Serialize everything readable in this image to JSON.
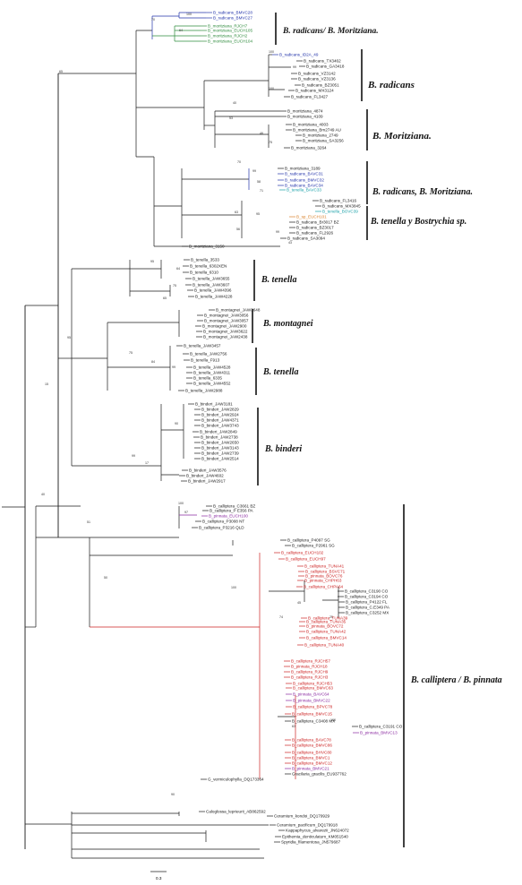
{
  "colors": {
    "black": "#1a1a1a",
    "blue": "#2233aa",
    "green": "#2e8b3c",
    "cyan": "#1aa0a8",
    "orange": "#d9822b",
    "red": "#cc2222",
    "purple": "#8a2aa0"
  },
  "clades": [
    "B. radicans/ B. Moritziana.",
    "B. radicans",
    "B. Moritziana.",
    "B. radicans, B. Moritziana.",
    "B. tenella y Bostrychia sp.",
    "B. tenella",
    "B. montagnei",
    "B. tenella",
    "B. binderi",
    "B. calliptera / B. pinnata"
  ],
  "scale_label": "0.3",
  "support_values": [
    "70",
    "100",
    "64",
    "65",
    "100",
    "99",
    "40",
    "100",
    "53",
    "46",
    "75",
    "70",
    "99",
    "58",
    "71",
    "63",
    "95",
    "56",
    "99",
    "43",
    "95",
    "64",
    "75",
    "65",
    "95",
    "75",
    "84",
    "99",
    "15",
    "90",
    "99",
    "17",
    "40",
    "100",
    "97",
    "51",
    "50",
    "100",
    "45",
    "74",
    "25",
    "63",
    "100",
    "90"
  ],
  "taxa": [
    {
      "label": "B_radicans_BMVC28",
      "color": "blue"
    },
    {
      "label": "B_radicans_BMVC27",
      "color": "blue"
    },
    {
      "label": "B_moritziana_RJCH7",
      "color": "green"
    },
    {
      "label": "B_moritziana_EUCH105",
      "color": "green"
    },
    {
      "label": "B_moritziana_RJCH2",
      "color": "green"
    },
    {
      "label": "B_moritziana_EUCH104",
      "color": "green"
    },
    {
      "label": "B_radicans_ID2A_49",
      "color": "blue"
    },
    {
      "label": "B_radicans_TX3462",
      "color": "black"
    },
    {
      "label": "B_radicans_GA3418",
      "color": "black"
    },
    {
      "label": "B_radicans_VZ3142",
      "color": "black"
    },
    {
      "label": "B_radicans_VZ3136",
      "color": "black"
    },
    {
      "label": "B_radicans_BZ3051",
      "color": "black"
    },
    {
      "label": "B_radicans_MX3124",
      "color": "black"
    },
    {
      "label": "B_radicans_FL3427",
      "color": "black"
    },
    {
      "label": "B_moritziana_4874",
      "color": "black"
    },
    {
      "label": "B_moritziana_4109",
      "color": "black"
    },
    {
      "label": "B_moritziana_4003",
      "color": "black"
    },
    {
      "label": "B_moritziana_Bm2749 AU",
      "color": "black"
    },
    {
      "label": "B_moritziana_2749",
      "color": "black"
    },
    {
      "label": "B_moritziana_SA3256",
      "color": "black"
    },
    {
      "label": "B_moritziana_3264",
      "color": "black"
    },
    {
      "label": "B_moritziana_3189",
      "color": "black"
    },
    {
      "label": "B_radicans_BAVC31",
      "color": "blue"
    },
    {
      "label": "B_radicans_BMVC32",
      "color": "blue"
    },
    {
      "label": "B_radicans_BAVC34",
      "color": "blue"
    },
    {
      "label": "B_tenella_BAVC33",
      "color": "cyan"
    },
    {
      "label": "B_radicans_FL3416",
      "color": "black"
    },
    {
      "label": "B_radicans_MX3845",
      "color": "black"
    },
    {
      "label": "B_tenella_BOVC39",
      "color": "cyan"
    },
    {
      "label": "B_sp_EUCH101",
      "color": "orange"
    },
    {
      "label": "B_radicans_Br3017 BZ",
      "color": "black"
    },
    {
      "label": "B_radicans_BZ3017",
      "color": "black"
    },
    {
      "label": "B_radicans_FL2926",
      "color": "black"
    },
    {
      "label": "B_radicans_SA3094",
      "color": "black"
    },
    {
      "label": "B_moritziana_3150",
      "color": "black"
    },
    {
      "label": "B_tenella_3533",
      "color": "black"
    },
    {
      "label": "B_tenella_6302XEN",
      "color": "black"
    },
    {
      "label": "B_tenella_6310",
      "color": "black"
    },
    {
      "label": "B_tenella_JAW3655",
      "color": "black"
    },
    {
      "label": "B_tenella_JAW3607",
      "color": "black"
    },
    {
      "label": "B_tenella_JAW4396",
      "color": "black"
    },
    {
      "label": "B_tenella_JAW4228",
      "color": "black"
    },
    {
      "label": "B_montagnei_JAW3648",
      "color": "black"
    },
    {
      "label": "B_montagnei_JAW3056",
      "color": "black"
    },
    {
      "label": "B_montagnei_JAW3057",
      "color": "black"
    },
    {
      "label": "B_montagnei_JAW2900",
      "color": "black"
    },
    {
      "label": "B_montagnei_JAW3622",
      "color": "black"
    },
    {
      "label": "B_montagnei_JAW2438",
      "color": "black"
    },
    {
      "label": "B_tenella_JAW3457",
      "color": "black"
    },
    {
      "label": "B_tenella_JAW2756",
      "color": "black"
    },
    {
      "label": "B_tenella_F913",
      "color": "black"
    },
    {
      "label": "B_tenella_JAW4528",
      "color": "black"
    },
    {
      "label": "B_tenella_JAW4311",
      "color": "black"
    },
    {
      "label": "B_tenella_6335",
      "color": "black"
    },
    {
      "label": "B_tenella_JAW4552",
      "color": "black"
    },
    {
      "label": "B_tenella_JAW2988",
      "color": "black"
    },
    {
      "label": "B_binderi_JAW3181",
      "color": "black"
    },
    {
      "label": "B_binderi_JAW2829",
      "color": "black"
    },
    {
      "label": "B_binderi_JAW2924",
      "color": "black"
    },
    {
      "label": "B_binderi_JAW4371",
      "color": "black"
    },
    {
      "label": "B_binderi_JAW3743",
      "color": "black"
    },
    {
      "label": "B_binderi_JAW2849",
      "color": "black"
    },
    {
      "label": "B_binderi_JAW2738",
      "color": "black"
    },
    {
      "label": "B_binderi_JAW2650",
      "color": "black"
    },
    {
      "label": "B_binderi_JAW3143",
      "color": "black"
    },
    {
      "label": "B_binderi_JAW2739",
      "color": "black"
    },
    {
      "label": "B_binderi_JAW2514",
      "color": "black"
    },
    {
      "label": "B_binderi_JAW3576",
      "color": "black"
    },
    {
      "label": "B_binderi_JAW4602",
      "color": "black"
    },
    {
      "label": "B_binderi_JAW2917",
      "color": "black"
    },
    {
      "label": "B_calliptera_C3661 BZ",
      "color": "black"
    },
    {
      "label": "B_calliptera_P E356 PA",
      "color": "black"
    },
    {
      "label": "B_pinnata_EUCH100",
      "color": "purple"
    },
    {
      "label": "B_calliptera_P3008 NT",
      "color": "black"
    },
    {
      "label": "B_calliptera_P3216 QLD",
      "color": "black"
    },
    {
      "label": "B_calliptera_P4097 SG",
      "color": "black"
    },
    {
      "label": "B_calliptera_P2961 SG",
      "color": "black"
    },
    {
      "label": "B_calliptera_EUCH102",
      "color": "red"
    },
    {
      "label": "B_calliptera_EUCH97",
      "color": "red"
    },
    {
      "label": "B_calliptera_TUNA41",
      "color": "red"
    },
    {
      "label": "B_calliptera_BSVC71",
      "color": "red"
    },
    {
      "label": "B_pinnata_BOVC76",
      "color": "red"
    },
    {
      "label": "B_pinnata_CHPH63",
      "color": "red"
    },
    {
      "label": "B_calliptera_CHPA64",
      "color": "red"
    },
    {
      "label": "B_calliptera_C3190 CO",
      "color": "black"
    },
    {
      "label": "B_calliptera_C3194 CO",
      "color": "black"
    },
    {
      "label": "B_calliptera_P4122 FL",
      "color": "black"
    },
    {
      "label": "B_calliptera_C.E349 PA",
      "color": "black"
    },
    {
      "label": "B_calliptera_C3252 MX",
      "color": "black"
    },
    {
      "label": "B_calliptera_TUNA39",
      "color": "red"
    },
    {
      "label": "B_calliptera_TUNA35",
      "color": "red"
    },
    {
      "label": "B_pinnata_BOVC72",
      "color": "red"
    },
    {
      "label": "B_calliptera_TUNA42",
      "color": "red"
    },
    {
      "label": "B_calliptera_BMVC14",
      "color": "red"
    },
    {
      "label": "B_calliptera_TUNA40",
      "color": "red"
    },
    {
      "label": "B_calliptera_RJCH57",
      "color": "red"
    },
    {
      "label": "B_pinnata_RJCH18",
      "color": "red"
    },
    {
      "label": "B_calliptera_RJCH9",
      "color": "red"
    },
    {
      "label": "B_calliptera_RJCH3",
      "color": "red"
    },
    {
      "label": "B_calliptera_RJCH53",
      "color": "red"
    },
    {
      "label": "B_calliptera_BMVC63",
      "color": "red"
    },
    {
      "label": "B_pinnata_BAVC64",
      "color": "purple"
    },
    {
      "label": "B_pinnata_BMVC22",
      "color": "purple"
    },
    {
      "label": "B_calliptera_BPVC78",
      "color": "red"
    },
    {
      "label": "B_calliptera_BMVC15",
      "color": "red"
    },
    {
      "label": "B_calliptera_C3408 MX",
      "color": "black"
    },
    {
      "label": "B_calliptera_C3191 CO",
      "color": "black"
    },
    {
      "label": "B_pinnata_BMVC13",
      "color": "purple"
    },
    {
      "label": "B_calliptera_BAVC78",
      "color": "red"
    },
    {
      "label": "B_calliptera_BMVC86",
      "color": "red"
    },
    {
      "label": "B_calliptera_BHVC80",
      "color": "red"
    },
    {
      "label": "B_calliptera_BMVC1",
      "color": "red"
    },
    {
      "label": "B_calliptera_BMVC12",
      "color": "red"
    },
    {
      "label": "B_pinnata_BMVC21",
      "color": "purple"
    },
    {
      "label": "Gracilaria_gracilis_EU937762",
      "color": "black"
    },
    {
      "label": "G_vermiculophylla_DQ173364",
      "color": "black"
    },
    {
      "label": "Caloglossa_leprieurii_AB862592",
      "color": "black"
    },
    {
      "label": "Ceramium_kondoi_DQ179929",
      "color": "black"
    },
    {
      "label": "Ceramium_pacificum_DQ179918",
      "color": "black"
    },
    {
      "label": "Kappaphycus_alvarezii_JN624072",
      "color": "black"
    },
    {
      "label": "Epithemia_denticulatum_KM051540",
      "color": "black"
    },
    {
      "label": "Spyridia_filamentosa_JN579687",
      "color": "black"
    }
  ]
}
